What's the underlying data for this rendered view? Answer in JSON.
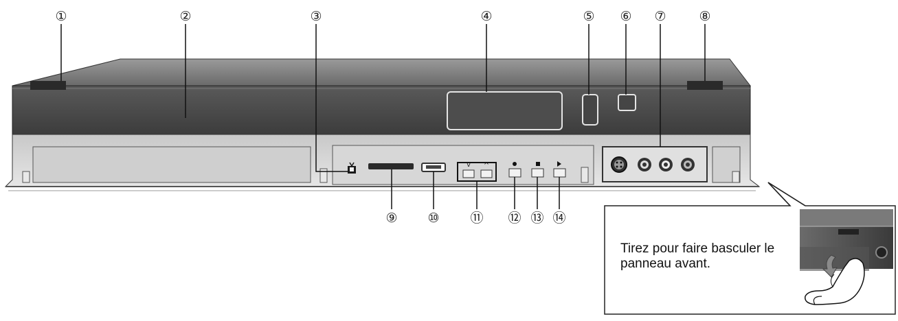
{
  "callouts": [
    "①",
    "②",
    "③",
    "④",
    "⑤",
    "⑥",
    "⑦",
    "⑧",
    "⑨",
    "⑩",
    "⑪",
    "⑫",
    "⑬",
    "⑭"
  ],
  "inset": {
    "caption_line1": "Tirez pour faire basculer le",
    "caption_line2": "panneau avant."
  },
  "icons": [
    "tv-icon",
    "record-icon",
    "stop-icon",
    "play-icon",
    "channel-down-icon",
    "channel-up-icon",
    "s-video-icon"
  ],
  "colors": {
    "body_dark": "#4a4a4a",
    "body_mid": "#8a8a8a",
    "panel": "#d9d9d9",
    "line": "#222222"
  }
}
